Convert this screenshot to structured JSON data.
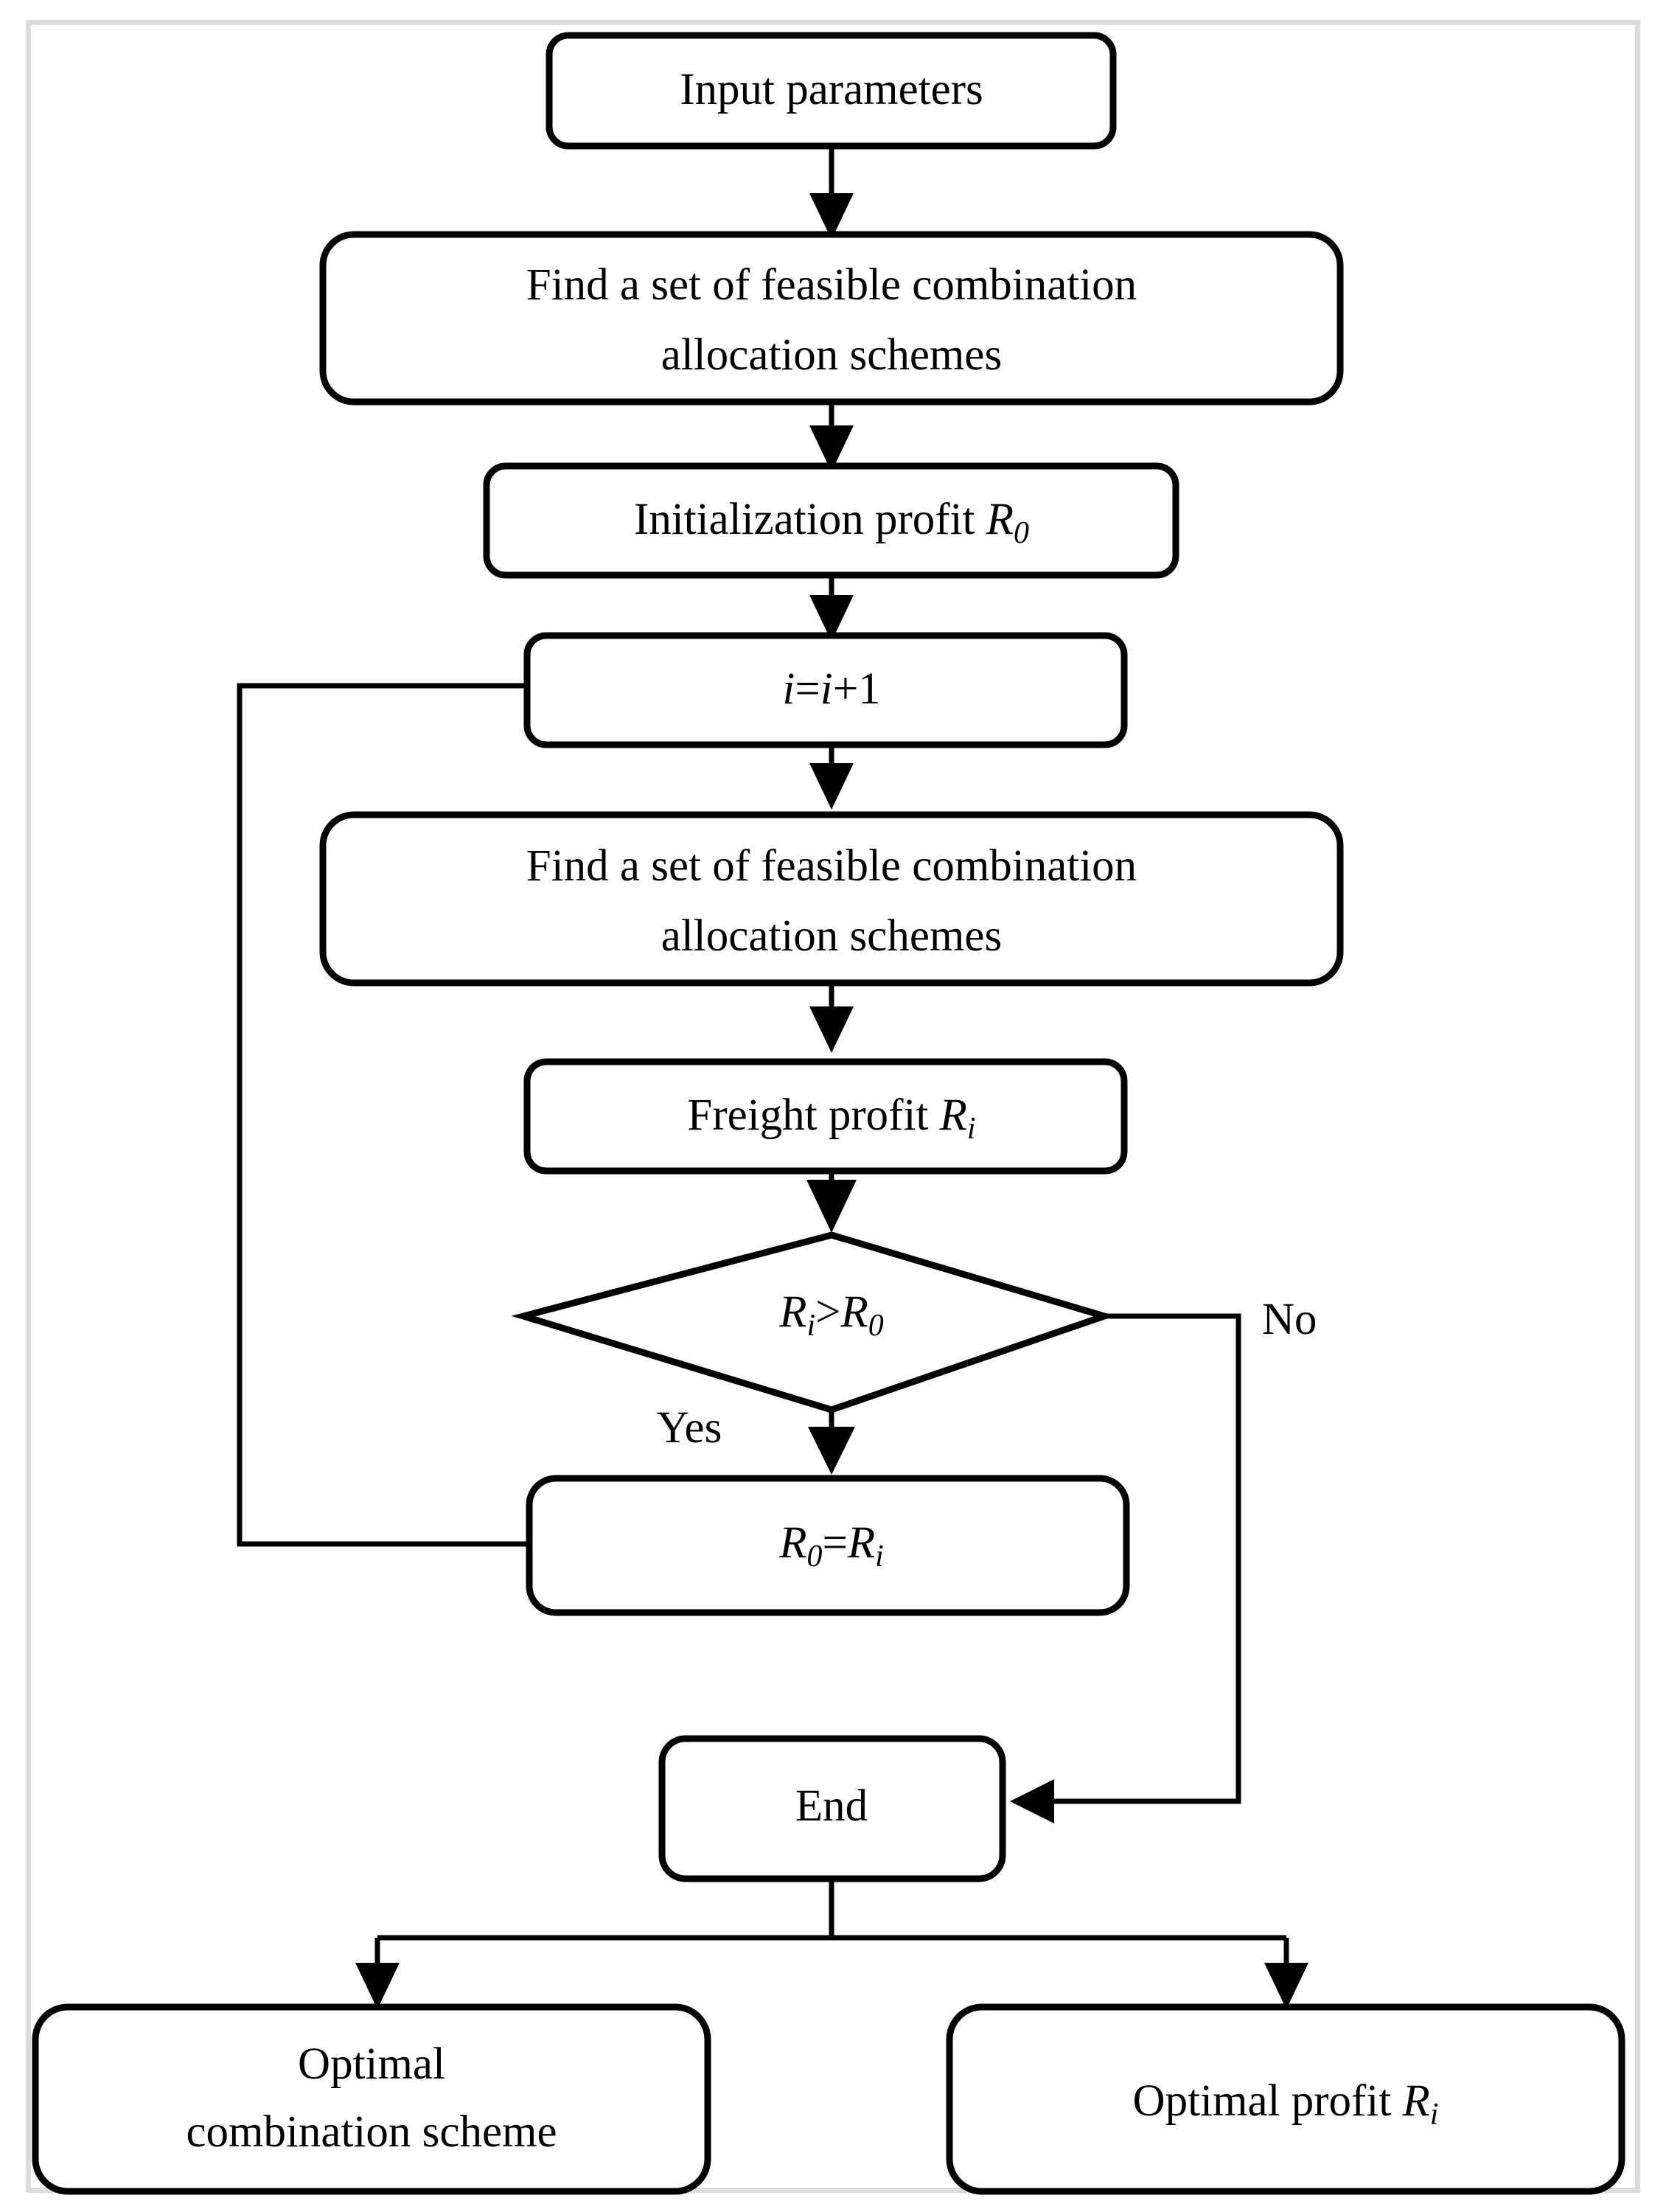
{
  "diagram": {
    "type": "flowchart",
    "title": "Optimal combination allocation scheme search flowchart",
    "border_color": "#dcdcdc",
    "stroke_color": "#000000",
    "fill_color": "#ffffff",
    "nodes": [
      {
        "id": "input",
        "shape": "rounded-rect",
        "lines": [
          "Input parameters"
        ]
      },
      {
        "id": "find1",
        "shape": "rounded-rect",
        "lines": [
          "Find a set of feasible combination",
          "allocation schemes"
        ]
      },
      {
        "id": "init",
        "shape": "rounded-rect",
        "lines": [
          "Initialization profit "
        ],
        "var": "R",
        "sub": "0"
      },
      {
        "id": "increment",
        "shape": "rounded-rect",
        "lines": [
          "i=i+1"
        ]
      },
      {
        "id": "find2",
        "shape": "rounded-rect",
        "lines": [
          "Find a set of feasible combination",
          "allocation schemes"
        ]
      },
      {
        "id": "freight",
        "shape": "rounded-rect",
        "lines": [
          "Freight profit "
        ],
        "var": "R",
        "sub": "i"
      },
      {
        "id": "decision",
        "shape": "diamond",
        "lines": [
          "Ri>R0"
        ]
      },
      {
        "id": "assign",
        "shape": "rounded-rect",
        "lines": [
          "R0=Ri"
        ]
      },
      {
        "id": "end",
        "shape": "rounded-rect",
        "lines": [
          "End"
        ]
      },
      {
        "id": "opt_scheme",
        "shape": "rounded-rect",
        "lines": [
          "Optimal",
          "combination scheme"
        ]
      },
      {
        "id": "opt_profit",
        "shape": "rounded-rect",
        "lines": [
          "Optimal profit "
        ],
        "var": "R",
        "sub": "i"
      }
    ],
    "edge_labels": {
      "yes": "Yes",
      "no": "No"
    }
  },
  "labels": {
    "input_parameters": "Input parameters",
    "find_line1": "Find a set of feasible combination",
    "find_line2": "allocation schemes",
    "initialization_profit": "Initialization profit",
    "increment_i": "i",
    "increment_eq": "=",
    "increment_i2": "i",
    "increment_plus1": "+1",
    "freight_profit": "Freight profit",
    "decision_left_var": "R",
    "decision_left_sub": "i",
    "decision_op": ">",
    "decision_right_var": "R",
    "decision_right_sub": "0",
    "assign_left_var": "R",
    "assign_left_sub": "0",
    "assign_op": "=",
    "assign_right_var": "R",
    "assign_right_sub": "i",
    "end": "End",
    "optimal_line1": "Optimal",
    "optimal_line2": "combination scheme",
    "optimal_profit": "Optimal profit",
    "var_R": "R",
    "sub_0": "0",
    "sub_i": "i",
    "yes": "Yes",
    "no": "No"
  }
}
